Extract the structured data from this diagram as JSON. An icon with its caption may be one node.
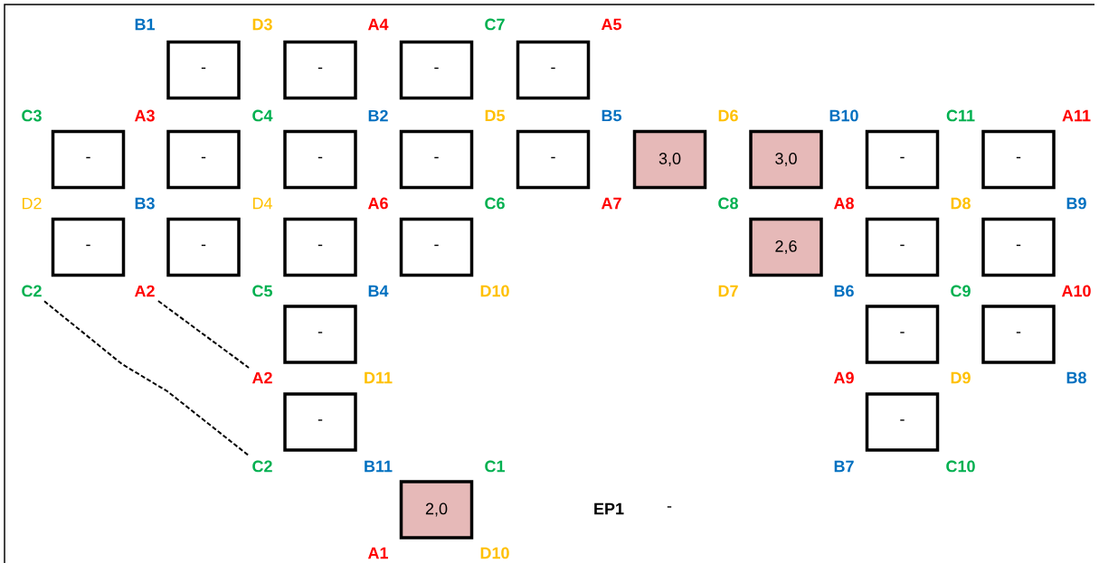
{
  "diagram": {
    "nodes": [
      {
        "text": [
          "-"
        ]
      },
      {
        "text": [
          "-"
        ]
      },
      {
        "text": [
          "-"
        ]
      },
      {
        "text": [
          "-"
        ]
      },
      {
        "text": [
          "-"
        ]
      },
      {
        "text": [
          "-"
        ]
      },
      {
        "text": [
          "-"
        ]
      },
      {
        "text": [
          "-"
        ]
      },
      {
        "text": [
          "-"
        ]
      },
      {
        "text": [
          "3,0"
        ]
      },
      {
        "text": [
          "3,0"
        ]
      },
      {
        "text": [
          "-"
        ]
      },
      {
        "text": [
          "-"
        ]
      },
      {
        "text": [
          "-"
        ]
      },
      {
        "text": [
          "-"
        ]
      },
      {
        "text": [
          "-"
        ]
      },
      {
        "text": [
          "-"
        ]
      },
      {
        "text": [
          "2,6"
        ]
      },
      {
        "text": [
          "-"
        ]
      },
      {
        "text": [
          "-"
        ]
      },
      {
        "text": [
          "-"
        ]
      },
      {
        "text": [
          "-"
        ]
      },
      {
        "text": [
          "-"
        ]
      },
      {
        "text": [
          "-"
        ]
      },
      {
        "text": [
          "-"
        ]
      },
      {
        "text": [
          "2,0"
        ]
      },
      {
        "text": [
          "C2"
        ]
      },
      {
        "text": [
          "A2"
        ]
      },
      {
        "text": [
          "A2"
        ]
      },
      {
        "text": [
          "C2"
        ]
      }
    ],
    "edges": [
      {
        "from": 26,
        "to": 29,
        "arrow": "none",
        "style": "dashed"
      },
      {
        "from": 27,
        "to": 28,
        "arrow": "none",
        "style": "dashed"
      }
    ],
    "labels": [
      "B1",
      "D3",
      "A4",
      "C7",
      "A5",
      "C3",
      "A3",
      "C4",
      "B2",
      "D5",
      "B5",
      "D6",
      "B10",
      "C11",
      "A11",
      "D2",
      "B3",
      "D4",
      "A6",
      "C6",
      "A7",
      "C8",
      "A8",
      "D8",
      "B9",
      "C5",
      "B4",
      "D10",
      "D7",
      "B6",
      "C9",
      "A10",
      "D11",
      "A9",
      "D9",
      "B8",
      "B11",
      "C1",
      "B7",
      "C10",
      "A1",
      "D10",
      "EP1",
      "-"
    ]
  }
}
